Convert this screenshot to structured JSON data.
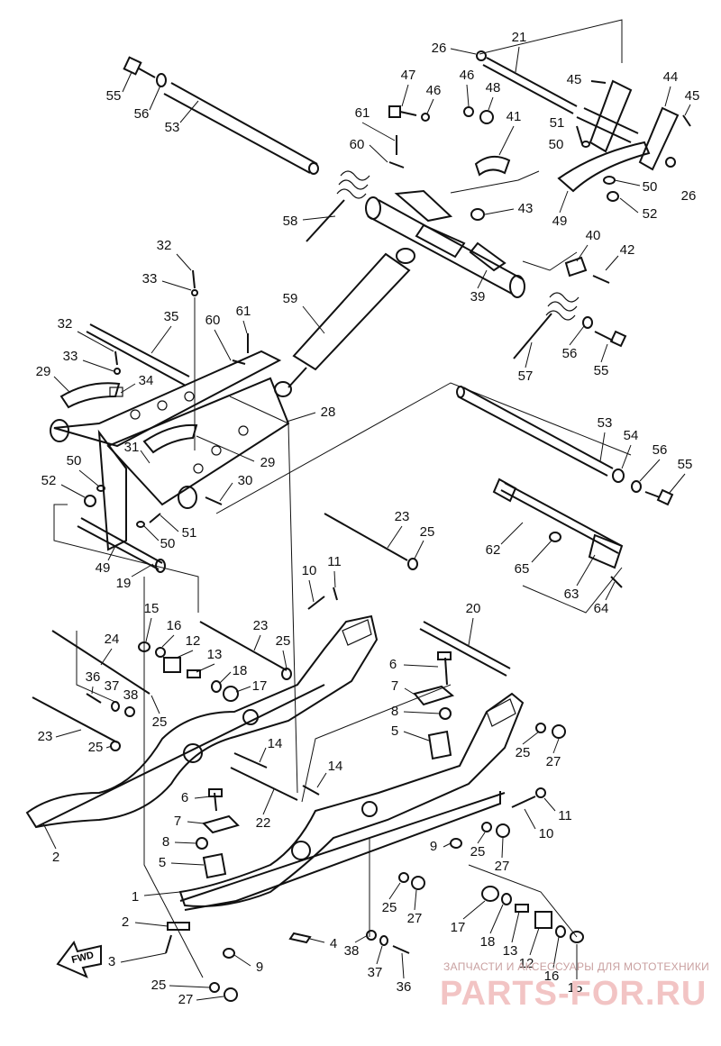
{
  "watermark": {
    "line1": "ЗАПЧАСТИ И АКСЕССУАРЫ ДЛЯ МОТОТЕХНИКИ",
    "line2": "PARTS-FOR.RU"
  },
  "fwd_label": "FWD",
  "callouts": [
    {
      "id": "c55a",
      "text": "55"
    },
    {
      "id": "c56a",
      "text": "56"
    },
    {
      "id": "c53a",
      "text": "53"
    },
    {
      "id": "c26a",
      "text": "26"
    },
    {
      "id": "c21",
      "text": "21"
    },
    {
      "id": "c47",
      "text": "47"
    },
    {
      "id": "c46a",
      "text": "46"
    },
    {
      "id": "c46b",
      "text": "46"
    },
    {
      "id": "c48",
      "text": "48"
    },
    {
      "id": "c45a",
      "text": "45"
    },
    {
      "id": "c44",
      "text": "44"
    },
    {
      "id": "c45b",
      "text": "45"
    },
    {
      "id": "c61a",
      "text": "61"
    },
    {
      "id": "c41",
      "text": "41"
    },
    {
      "id": "c51a",
      "text": "51"
    },
    {
      "id": "c60a",
      "text": "60"
    },
    {
      "id": "c50a",
      "text": "50"
    },
    {
      "id": "c50b",
      "text": "50"
    },
    {
      "id": "c26b",
      "text": "26"
    },
    {
      "id": "c43",
      "text": "43"
    },
    {
      "id": "c52a",
      "text": "52"
    },
    {
      "id": "c58",
      "text": "58"
    },
    {
      "id": "c49a",
      "text": "49"
    },
    {
      "id": "c40",
      "text": "40"
    },
    {
      "id": "c42",
      "text": "42"
    },
    {
      "id": "c32a",
      "text": "32"
    },
    {
      "id": "c39",
      "text": "39"
    },
    {
      "id": "c33a",
      "text": "33"
    },
    {
      "id": "c59",
      "text": "59"
    },
    {
      "id": "c35",
      "text": "35"
    },
    {
      "id": "c60b",
      "text": "60"
    },
    {
      "id": "c61b",
      "text": "61"
    },
    {
      "id": "c32b",
      "text": "32"
    },
    {
      "id": "c56b",
      "text": "56"
    },
    {
      "id": "c55b",
      "text": "55"
    },
    {
      "id": "c33b",
      "text": "33"
    },
    {
      "id": "c57",
      "text": "57"
    },
    {
      "id": "c29a",
      "text": "29"
    },
    {
      "id": "c34",
      "text": "34"
    },
    {
      "id": "c28",
      "text": "28"
    },
    {
      "id": "c53b",
      "text": "53"
    },
    {
      "id": "c54",
      "text": "54"
    },
    {
      "id": "c56c",
      "text": "56"
    },
    {
      "id": "c55c",
      "text": "55"
    },
    {
      "id": "c31",
      "text": "31"
    },
    {
      "id": "c29b",
      "text": "29"
    },
    {
      "id": "c50c",
      "text": "50"
    },
    {
      "id": "c30",
      "text": "30"
    },
    {
      "id": "c52b",
      "text": "52"
    },
    {
      "id": "c51b",
      "text": "51"
    },
    {
      "id": "c50d",
      "text": "50"
    },
    {
      "id": "c23a",
      "text": "23"
    },
    {
      "id": "c25a",
      "text": "25"
    },
    {
      "id": "c62",
      "text": "62"
    },
    {
      "id": "c49b",
      "text": "49"
    },
    {
      "id": "c19",
      "text": "19"
    },
    {
      "id": "c65",
      "text": "65"
    },
    {
      "id": "c63",
      "text": "63"
    },
    {
      "id": "c11a",
      "text": "11"
    },
    {
      "id": "c10a",
      "text": "10"
    },
    {
      "id": "c64",
      "text": "64"
    },
    {
      "id": "c20",
      "text": "20"
    },
    {
      "id": "c15a",
      "text": "15"
    },
    {
      "id": "c16a",
      "text": "16"
    },
    {
      "id": "c23b",
      "text": "23"
    },
    {
      "id": "c24",
      "text": "24"
    },
    {
      "id": "c12a",
      "text": "12"
    },
    {
      "id": "c25b",
      "text": "25"
    },
    {
      "id": "c6a",
      "text": "6"
    },
    {
      "id": "c13a",
      "text": "13"
    },
    {
      "id": "c18a",
      "text": "18"
    },
    {
      "id": "c36a",
      "text": "36"
    },
    {
      "id": "c37a",
      "text": "37"
    },
    {
      "id": "c17a",
      "text": "17"
    },
    {
      "id": "c38a",
      "text": "38"
    },
    {
      "id": "c7a",
      "text": "7"
    },
    {
      "id": "c25c",
      "text": "25"
    },
    {
      "id": "c8a",
      "text": "8"
    },
    {
      "id": "c23c",
      "text": "23"
    },
    {
      "id": "c5a",
      "text": "5"
    },
    {
      "id": "c14a",
      "text": "14"
    },
    {
      "id": "c25d",
      "text": "25"
    },
    {
      "id": "c27a",
      "text": "27"
    },
    {
      "id": "c25e",
      "text": "25"
    },
    {
      "id": "c14b",
      "text": "14"
    },
    {
      "id": "c6b",
      "text": "6"
    },
    {
      "id": "c11b",
      "text": "11"
    },
    {
      "id": "c22",
      "text": "22"
    },
    {
      "id": "c10b",
      "text": "10"
    },
    {
      "id": "c7b",
      "text": "7"
    },
    {
      "id": "c2a",
      "text": "2"
    },
    {
      "id": "c9a",
      "text": "9"
    },
    {
      "id": "c25f",
      "text": "25"
    },
    {
      "id": "c8b",
      "text": "8"
    },
    {
      "id": "c27b",
      "text": "27"
    },
    {
      "id": "c5b",
      "text": "5"
    },
    {
      "id": "c1",
      "text": "1"
    },
    {
      "id": "c25g",
      "text": "25"
    },
    {
      "id": "c27c",
      "text": "27"
    },
    {
      "id": "c2b",
      "text": "2"
    },
    {
      "id": "c17b",
      "text": "17"
    },
    {
      "id": "c18b",
      "text": "18"
    },
    {
      "id": "c13b",
      "text": "13"
    },
    {
      "id": "c12b",
      "text": "12"
    },
    {
      "id": "c16b",
      "text": "16"
    },
    {
      "id": "c15b",
      "text": "15"
    },
    {
      "id": "c4",
      "text": "4"
    },
    {
      "id": "c3",
      "text": "3"
    },
    {
      "id": "c9b",
      "text": "9"
    },
    {
      "id": "c38b",
      "text": "38"
    },
    {
      "id": "c37b",
      "text": "37"
    },
    {
      "id": "c36b",
      "text": "36"
    },
    {
      "id": "c25h",
      "text": "25"
    },
    {
      "id": "c27d",
      "text": "27"
    }
  ]
}
